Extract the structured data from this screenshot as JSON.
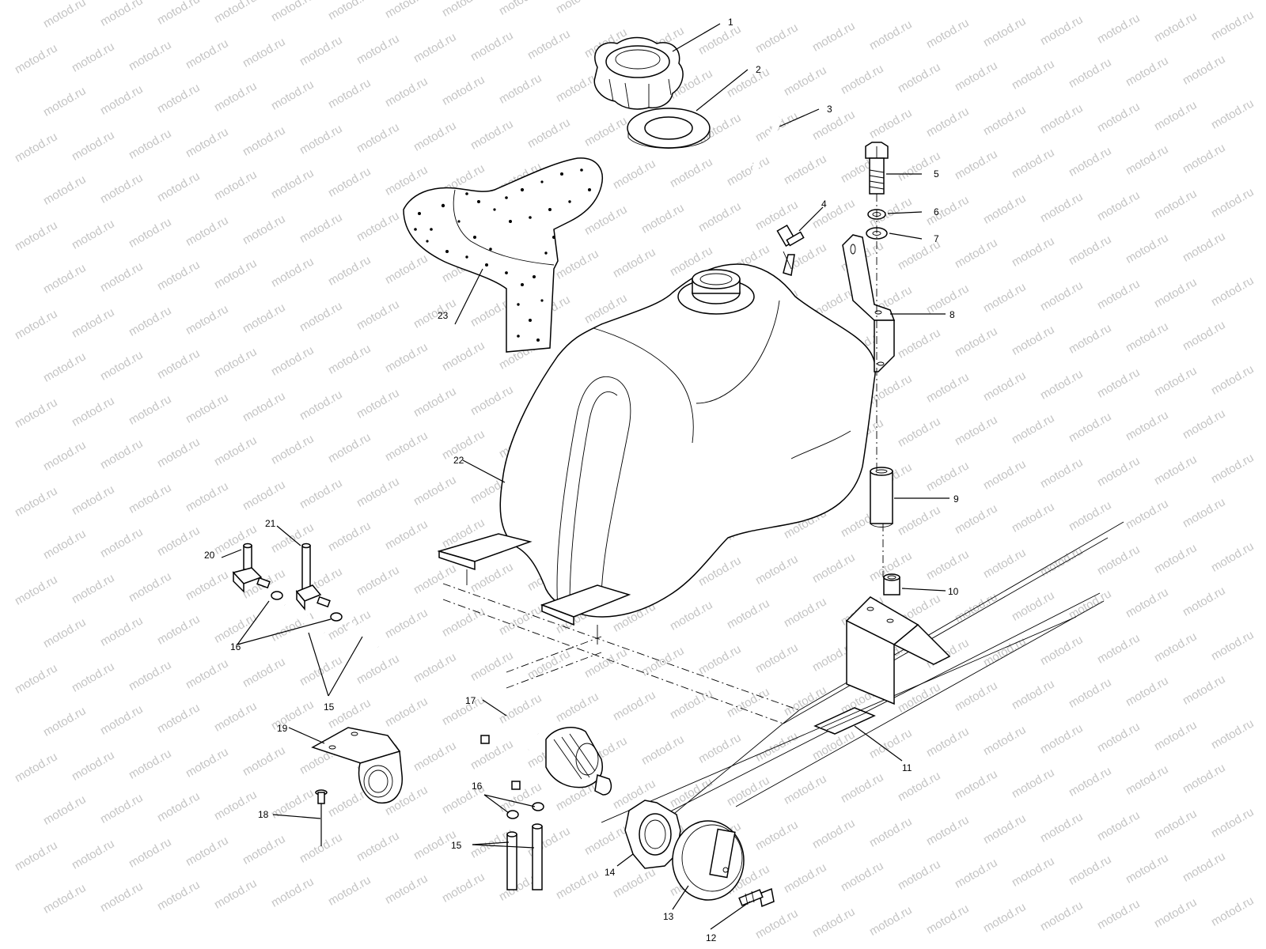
{
  "watermark": {
    "text": "motod.ru"
  },
  "callouts": [
    {
      "id": "c1",
      "text": "1"
    },
    {
      "id": "c2",
      "text": "2"
    },
    {
      "id": "c3",
      "text": "3"
    },
    {
      "id": "c4",
      "text": "4"
    },
    {
      "id": "c5",
      "text": "5"
    },
    {
      "id": "c6",
      "text": "6"
    },
    {
      "id": "c7",
      "text": "7"
    },
    {
      "id": "c8",
      "text": "8"
    },
    {
      "id": "c9",
      "text": "9"
    },
    {
      "id": "c10",
      "text": "10"
    },
    {
      "id": "c11",
      "text": "11"
    },
    {
      "id": "c12",
      "text": "12"
    },
    {
      "id": "c13",
      "text": "13"
    },
    {
      "id": "c14",
      "text": "14"
    },
    {
      "id": "c15a",
      "text": "15"
    },
    {
      "id": "c15b",
      "text": "15"
    },
    {
      "id": "c16a",
      "text": "16"
    },
    {
      "id": "c16b",
      "text": "16"
    },
    {
      "id": "c17",
      "text": "17"
    },
    {
      "id": "c18",
      "text": "18"
    },
    {
      "id": "c19",
      "text": "19"
    },
    {
      "id": "c20",
      "text": "20"
    },
    {
      "id": "c21",
      "text": "21"
    },
    {
      "id": "c22",
      "text": "22"
    },
    {
      "id": "c23",
      "text": "23"
    }
  ]
}
